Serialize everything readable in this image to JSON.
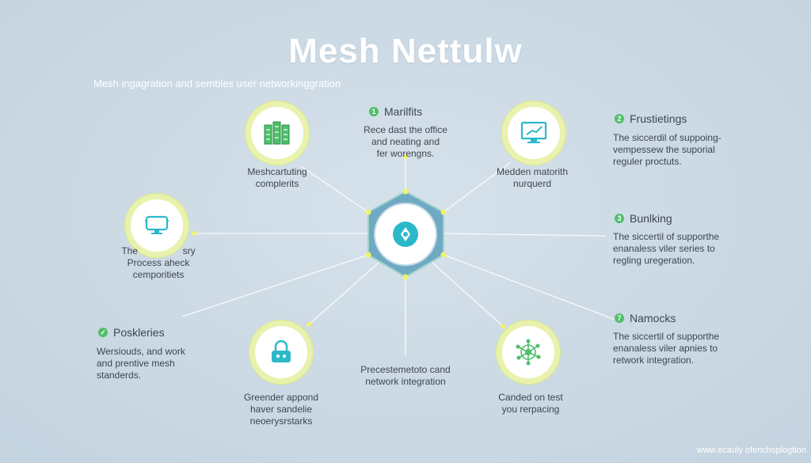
{
  "title": "Mesh Nettulw",
  "subtitle": "Mesh ingagration and sembles user networkinggration",
  "footer": "www.ecauly ofenchsplogtion",
  "nodes": {
    "top_left": {
      "icon": "server-stack-icon",
      "lines": [
        "Meshcartuting",
        "complerits"
      ]
    },
    "top_right": {
      "icon": "monitor-chart-icon",
      "lines": [
        "Medden matorith",
        "nurquerd"
      ]
    },
    "mid_left": {
      "icon": "desktop-icon",
      "lines": [
        "The                 sry",
        "Process aheck",
        "cemporitiets"
      ]
    },
    "bottom_left": {
      "icon": "lock-icon",
      "lines": [
        "Greender appond",
        "haver sandelie",
        "neoerysrstarks"
      ]
    },
    "bottom_right": {
      "icon": "network-hub-icon",
      "lines": [
        "Canded on test",
        "you rerpacing"
      ]
    },
    "center": {
      "icon": "mesh-hub-icon"
    }
  },
  "center_top": {
    "badge": "1",
    "heading": "Marilfits",
    "lines": [
      "Rece dast the office",
      "and neating and",
      "fer worengns."
    ]
  },
  "center_bottom": {
    "lines": [
      "Precestemetoto cand",
      "network integration"
    ]
  },
  "right_items": [
    {
      "badge": "2",
      "heading": "Frustietings",
      "lines": [
        "The siccerdil of suppoing-",
        "vempessew the suporial",
        "reguler proctuts."
      ]
    },
    {
      "badge": "3",
      "heading": "Bunlking",
      "lines": [
        "The siccertil of supporthe",
        "enanaless viler series to",
        "regling uregeration."
      ]
    },
    {
      "badge": "7",
      "heading": "Namocks",
      "lines": [
        "The siccertil of supporthe",
        "enanaless viler apnies to",
        "retwork integration."
      ]
    }
  ],
  "left_item": {
    "badge": "✓",
    "heading": "Poskleries",
    "lines": [
      "Wersiouds, and work",
      "and prentive mesh",
      "standerds."
    ]
  },
  "colors": {
    "green": "#4fbf6a",
    "teal": "#2cb8c9",
    "hex_fill": "#6fa9c3",
    "connector": "#f1f36a"
  }
}
